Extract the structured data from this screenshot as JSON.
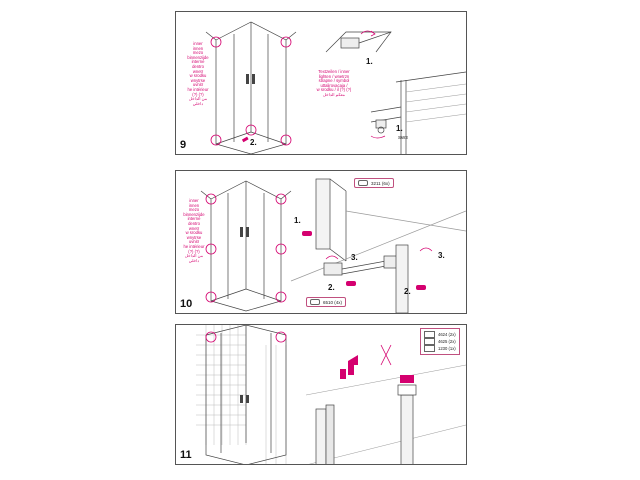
{
  "panels": {
    "p9": {
      "step": "9",
      "side_text": "inner\ninnen\nmezo\nbinnenzijde\ninterne\ndentro\nwnetr\nw srodku\nwnytrse\nuvnitr\nhe intérieur\n(?) (?)\nمن الداخل\nداخلي",
      "note_text": "Textzeilen / inner\nlighten / wnetrzn\nstrapne / symbol\nuttalirovacaja /\nw srodku / il (?) (?)\nمعكم الداخل",
      "callouts": {
        "c1": "1.",
        "c2": "2.",
        "c3": "1."
      },
      "small_label": "SW3"
    },
    "p10": {
      "step": "10",
      "side_text": "inner\ninnen\nmezo\nbinnenzijde\ninterne\ndentro\nwnetr\nw srodku\nwnytrse\nuvnitr\nhe intérieur\n(?) (?)\nمن الداخل\nداخلي",
      "tag_top": "3211 (6x)",
      "tag_bottom": "6510 (4x)",
      "callouts": {
        "c1": "1.",
        "c2": "2.",
        "c3a": "3.",
        "c3b": "3.",
        "c2b": "2."
      }
    },
    "p11": {
      "step": "11",
      "legend": [
        "4624 (2x)",
        "4625 (2x)",
        "1230 (1x)"
      ]
    }
  },
  "colors": {
    "accent": "#d4006f",
    "line": "#444444",
    "grid": "#9a9a9a"
  }
}
